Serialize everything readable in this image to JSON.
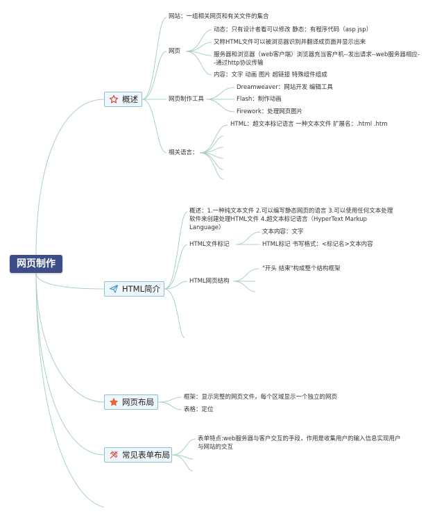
{
  "root": {
    "title": "网页制作"
  },
  "branches": {
    "overview": {
      "label": "概述",
      "site": "网站：一组相关网页和有关文件的集合",
      "webpage": {
        "label": "网页",
        "items": [
          "动态：只有设计者看可以修改 静态：有程序代码（asp jsp）",
          "又称HTML文件可以被浏览器识别并翻译成页面并显示出来",
          "服务器和浏览器（web客户端）浏览器充当客户机--发出请求--web服务器相应--通过http协议传输",
          "内容：文字 动画 图片 超链接 特殊组件组成"
        ]
      },
      "tools": {
        "label": "网页制作工具",
        "items": [
          "Dreamweaver：网站开发 编辑工具",
          "Flash：制作动画",
          "Firework：处理网页图片"
        ]
      },
      "languages": {
        "label": "相关语言：",
        "items": [
          "HTML：超文本标记语言 一种文本文件 扩展名：.html .htm"
        ]
      }
    },
    "html_intro": {
      "label": "HTML简介",
      "summary": "概述：1.一种纯文本文件 2.可以编写静态网页的语言 3.可以使用任何文本处理软件来创建处理HTML文件 4.超文本标记语言（HyperText Markup Language）",
      "markup": {
        "label": "HTML文件标记",
        "items": [
          "文本内容：文字",
          "HTML标记 书写格式：<标记名>文本内容"
        ]
      },
      "structure": {
        "label": "HTML网页结构",
        "items": [
          "\"开头 结束\"构成整个结构框架"
        ]
      }
    },
    "layout": {
      "label": "网页布局",
      "items": [
        "框架：显示完整的网页文件，每个区域显示一个独立的网页",
        "表格：定位"
      ]
    },
    "forms": {
      "label": "常见表单布局",
      "items": [
        "表单特点:web服务器与客户交互的手段，作用是收集用户的输入信息实现用户与网站的交互"
      ]
    }
  },
  "colors": {
    "line": "#a9cfc8",
    "root_bg": "#3c4d8a",
    "branch_border": "#8fbfd3",
    "star_red": "#e03a2f"
  }
}
